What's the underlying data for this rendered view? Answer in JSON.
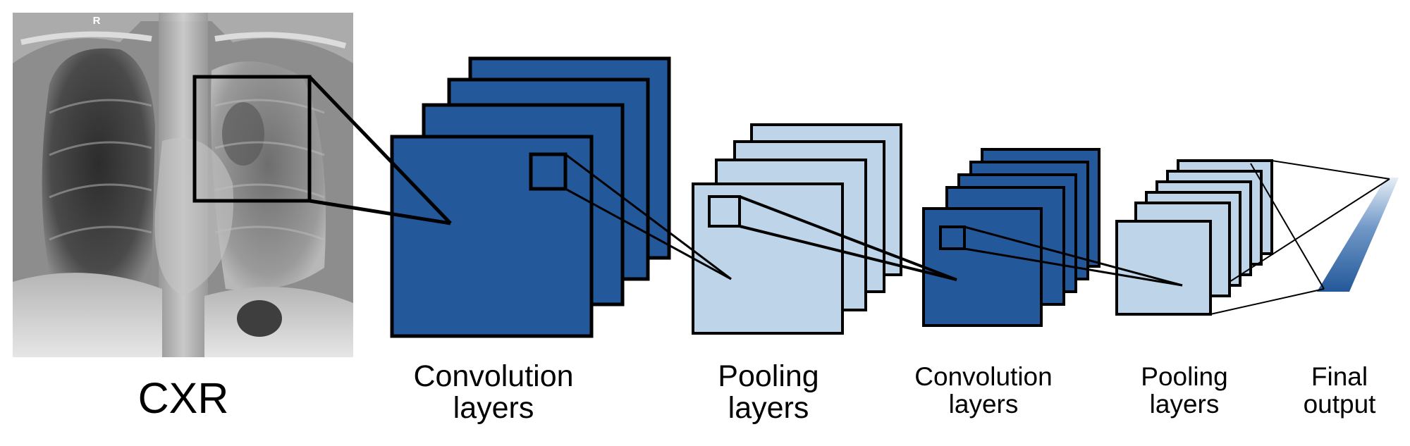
{
  "colors": {
    "dark_blue": "#23589a",
    "light_blue": "#bed4e8",
    "outline": "#000000",
    "background": "#ffffff"
  },
  "xray": {
    "side_marker": "R",
    "caption": "CXR"
  },
  "stages": [
    {
      "name": "conv1",
      "line1": "Convolution",
      "line2": "layers",
      "color": "dark_blue"
    },
    {
      "name": "pool1",
      "line1": "Pooling",
      "line2": "layers",
      "color": "light_blue"
    },
    {
      "name": "conv2",
      "line1": "Convolution",
      "line2": "layers",
      "color": "dark_blue"
    },
    {
      "name": "pool2",
      "line1": "Pooling",
      "line2": "layers",
      "color": "light_blue"
    },
    {
      "name": "final",
      "line1": "Final",
      "line2": "output",
      "color": "dark_blue"
    }
  ]
}
